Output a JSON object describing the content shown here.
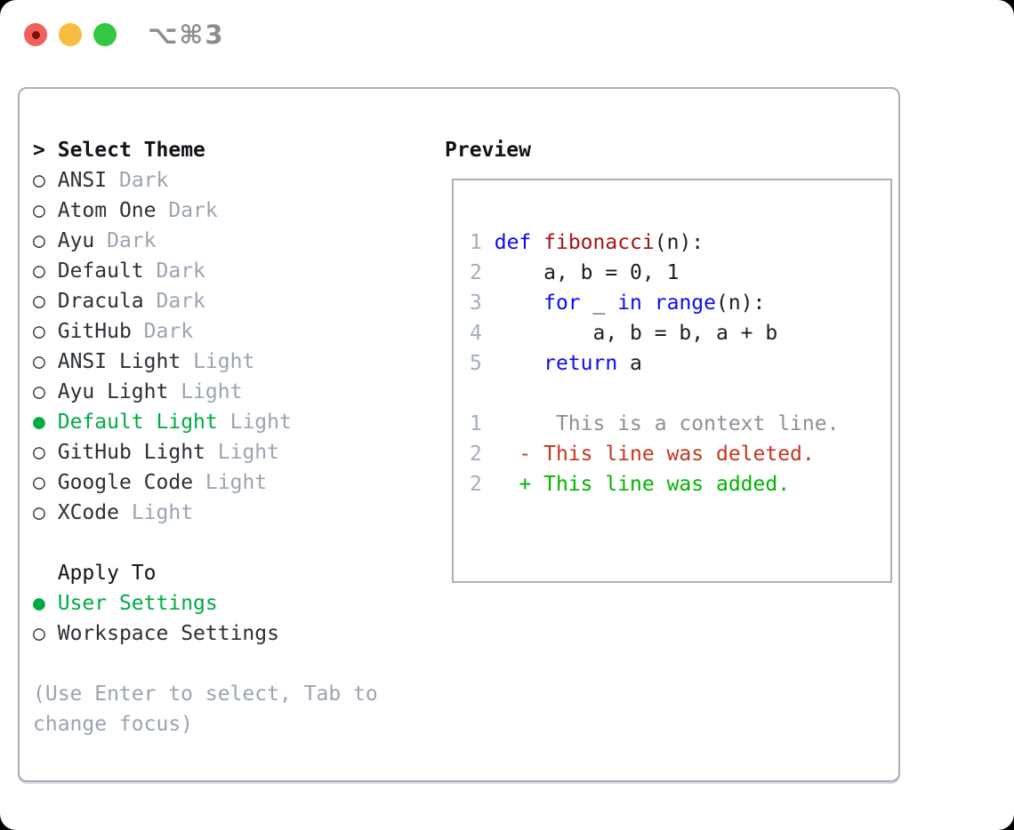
{
  "titlebar": {
    "shortcut_label": "⌥⌘3",
    "traffic_lights": [
      "close",
      "minimize",
      "zoom"
    ]
  },
  "theme_selector": {
    "header_prefix": ">",
    "header": "Select Theme",
    "radio_selected_glyph": "●",
    "radio_unselected_glyph": "○",
    "themes": [
      {
        "name": "ANSI",
        "variant": "Dark",
        "selected": false
      },
      {
        "name": "Atom One",
        "variant": "Dark",
        "selected": false
      },
      {
        "name": "Ayu",
        "variant": "Dark",
        "selected": false
      },
      {
        "name": "Default",
        "variant": "Dark",
        "selected": false
      },
      {
        "name": "Dracula",
        "variant": "Dark",
        "selected": false
      },
      {
        "name": "GitHub",
        "variant": "Dark",
        "selected": false
      },
      {
        "name": "ANSI Light",
        "variant": "Light",
        "selected": false
      },
      {
        "name": "Ayu Light",
        "variant": "Light",
        "selected": false
      },
      {
        "name": "Default Light",
        "variant": "Light",
        "selected": true
      },
      {
        "name": "GitHub Light",
        "variant": "Light",
        "selected": false
      },
      {
        "name": "Google Code",
        "variant": "Light",
        "selected": false
      },
      {
        "name": "XCode",
        "variant": "Light",
        "selected": false
      }
    ],
    "apply_to": {
      "header": "Apply To",
      "options": [
        {
          "name": "User Settings",
          "selected": true
        },
        {
          "name": "Workspace Settings",
          "selected": false
        }
      ]
    },
    "hint": "(Use Enter to select, Tab to change focus)"
  },
  "preview": {
    "header": "Preview",
    "code_lines": [
      {
        "num": "1",
        "tokens": [
          {
            "t": "def",
            "c": "kw"
          },
          {
            "t": " "
          },
          {
            "t": "fibonacci",
            "c": "fn"
          },
          {
            "t": "(n):"
          }
        ]
      },
      {
        "num": "2",
        "tokens": [
          {
            "t": "    a, b = 0, 1"
          }
        ]
      },
      {
        "num": "3",
        "tokens": [
          {
            "t": "    "
          },
          {
            "t": "for",
            "c": "kw"
          },
          {
            "t": " _ "
          },
          {
            "t": "in",
            "c": "kw"
          },
          {
            "t": " "
          },
          {
            "t": "range",
            "c": "kw"
          },
          {
            "t": "(n):"
          }
        ]
      },
      {
        "num": "4",
        "tokens": [
          {
            "t": "        a, b = b, a + b"
          }
        ]
      },
      {
        "num": "5",
        "tokens": [
          {
            "t": "    "
          },
          {
            "t": "return",
            "c": "kw"
          },
          {
            "t": " a"
          }
        ]
      }
    ],
    "diff_lines": [
      {
        "num": "1",
        "kind": "context",
        "text": "     This is a context line."
      },
      {
        "num": "2",
        "kind": "deleted",
        "text": "  - This line was deleted."
      },
      {
        "num": "2",
        "kind": "added",
        "text": "  + This line was added."
      }
    ]
  },
  "colors": {
    "accent_green": "#00ab44",
    "keyword_blue": "#0b0bf5",
    "function_red": "#a31515",
    "deleted_red": "#c5351f",
    "added_green": "#00b400",
    "context_gray": "#8c9097",
    "line_number_gray": "#a3aebc",
    "variant_gray": "#9aa4b2",
    "text_dark": "#2b3036",
    "heading_black": "#101418",
    "hint_gray": "#9aa4b0",
    "border_gray": "#a8b0ba",
    "titlebar_gray": "#8d8d8d",
    "traffic_red": "#f0605a",
    "traffic_red_dot": "#7f1008",
    "traffic_yellow": "#f6bd3e",
    "traffic_green": "#32c842"
  }
}
